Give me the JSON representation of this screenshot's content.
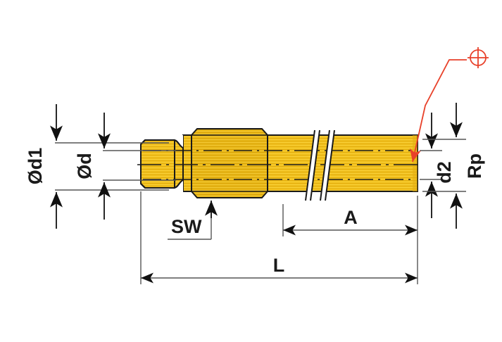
{
  "drawing": {
    "title": "Quick-coupling plug nipple with tube — dimensioned technical drawing",
    "background_color": "#ffffff",
    "body_color": "#f2c21c",
    "body_color_shade": "#e0ae10",
    "outline_color": "#1a1a1a",
    "dimension_line_color": "#555555",
    "leader_color": "#e8412a",
    "labels": {
      "d1": "Ød1",
      "d": "Ød",
      "sw": "SW",
      "a": "A",
      "l": "L",
      "d2": "d2",
      "rp": "Rp"
    },
    "icons": {
      "target": "crosshair-target-icon",
      "break": "break-line-symbol",
      "arrow": "dimension-arrow-icon"
    }
  }
}
